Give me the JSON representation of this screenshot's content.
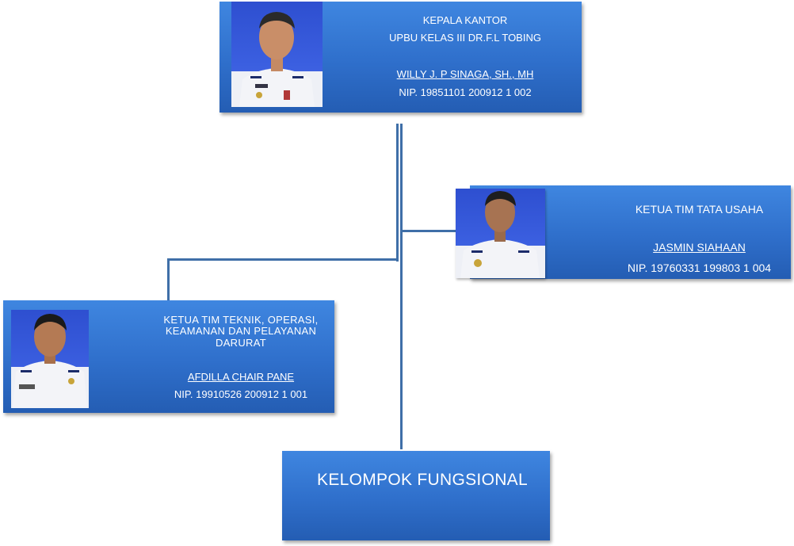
{
  "head": {
    "title_line1": "KEPALA KANTOR",
    "title_line2": "UPBU KELAS III DR.F.L TOBING",
    "name": "WILLY J. P SINAGA, SH., MH",
    "nip": "NIP. 19851101 200912 1 002"
  },
  "tata_usaha": {
    "title": "KETUA TIM TATA USAHA",
    "name": "JASMIN SIAHAAN",
    "nip": "NIP. 19760331 199803 1 004"
  },
  "teknik": {
    "title_line1": "KETUA TIM TEKNIK, OPERASI,",
    "title_line2": "KEAMANAN DAN PELAYANAN",
    "title_line3": "DARURAT",
    "name": "AFDILLA CHAIR PANE",
    "nip": "NIP. 19910526 200912 1 001"
  },
  "fungsional": {
    "label": "KELOMPOK FUNGSIONAL"
  }
}
